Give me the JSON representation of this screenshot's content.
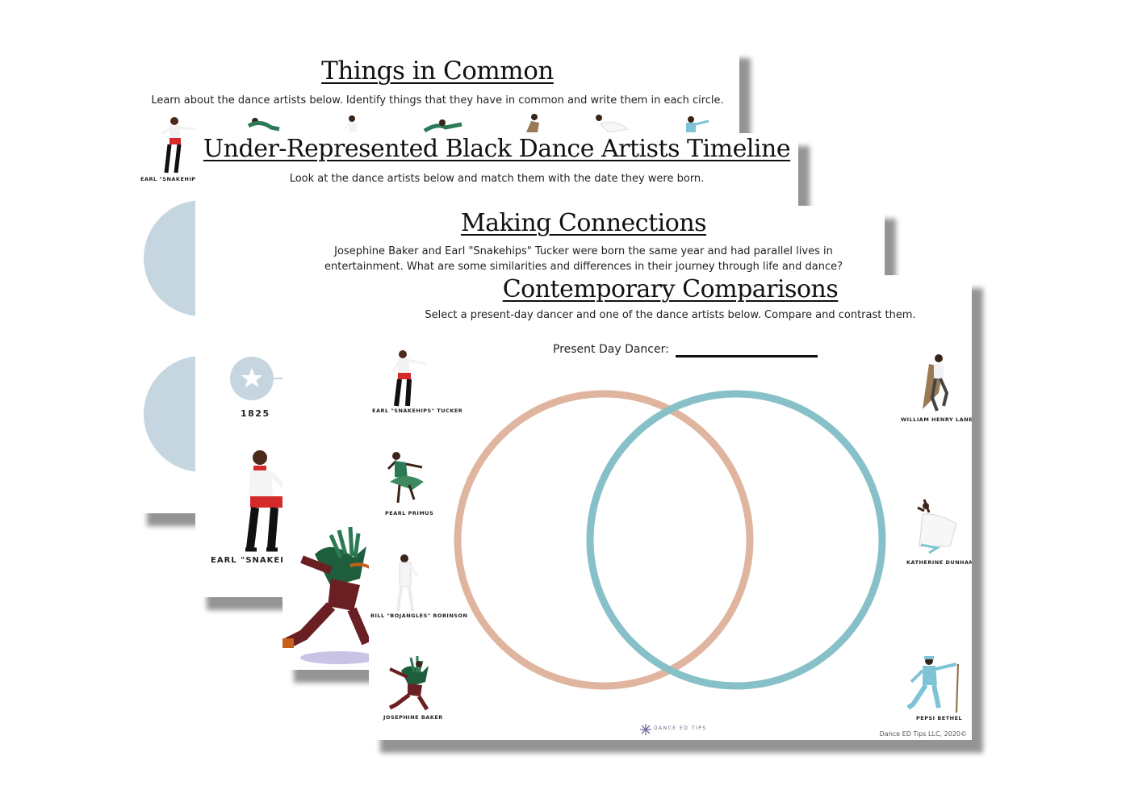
{
  "sheets": {
    "common": {
      "title": "Things in Common",
      "instruction": "Learn about the dance artists below.  Identify things that they have in common and write them in each circle.",
      "caption_partial": "EARL \"SNAKEHIPS\" TU"
    },
    "timeline": {
      "title": "Under-Represented Black Dance Artists Timeline",
      "instruction": "Look at the dance artists below and match them with the date they were born.",
      "year_label": "1825",
      "caption_partial": "EARL \"SNAKEHI"
    },
    "connections": {
      "title": "Making Connections",
      "instruction_line1": "Josephine Baker and Earl \"Snakehips\" Tucker were born the same year and had parallel lives in",
      "instruction_line2": "entertainment.  What are some similarities and differences in their journey through life and dance?"
    },
    "comparisons": {
      "title": "Contemporary Comparisons",
      "instruction": "Select a present-day dancer and one of the dance artists below.  Compare and contrast them.",
      "present_day_label": "Present Day Dancer:",
      "left_artists": [
        "EARL \"SNAKEHIPS\" TUCKER",
        "PEARL PRIMUS",
        "BILL \"BOJANGLES\" ROBINSON",
        "JOSEPHINE BAKER"
      ],
      "right_artists": [
        "WILLIAM HENRY LANE",
        "KATHERINE DUNHAM",
        "PEPSI BETHEL"
      ],
      "brand": "DANCE ED TIPS",
      "copyright": "Dance ED Tips LLC, 2020©",
      "venn_colors": {
        "left": "#e0b5a0",
        "right": "#88c0c9"
      }
    }
  }
}
